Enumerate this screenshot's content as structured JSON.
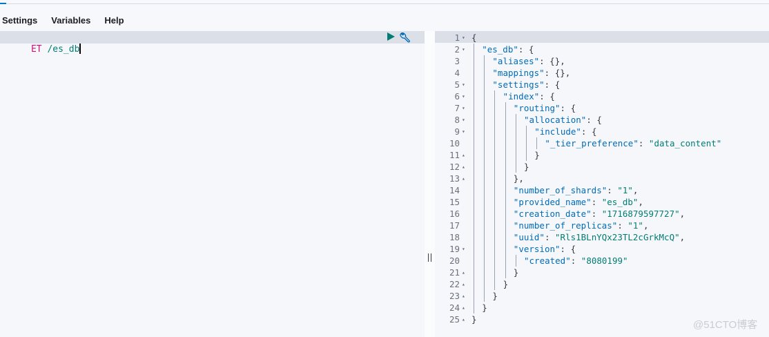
{
  "menu": {
    "items": [
      {
        "label": "Settings"
      },
      {
        "label": "Variables"
      },
      {
        "label": "Help"
      }
    ]
  },
  "request": {
    "method": "ET",
    "path": " /es_db"
  },
  "response": {
    "lines": [
      {
        "n": "1",
        "fold": "▾",
        "indent": 0,
        "parts": [
          [
            "punc",
            "{"
          ]
        ]
      },
      {
        "n": "2",
        "fold": "▾",
        "indent": 1,
        "parts": [
          [
            "key",
            "\"es_db\""
          ],
          [
            "punc",
            ": {"
          ]
        ]
      },
      {
        "n": "3",
        "fold": "",
        "indent": 2,
        "parts": [
          [
            "key",
            "\"aliases\""
          ],
          [
            "punc",
            ": {},"
          ]
        ]
      },
      {
        "n": "4",
        "fold": "",
        "indent": 2,
        "parts": [
          [
            "key",
            "\"mappings\""
          ],
          [
            "punc",
            ": {},"
          ]
        ]
      },
      {
        "n": "5",
        "fold": "▾",
        "indent": 2,
        "parts": [
          [
            "key",
            "\"settings\""
          ],
          [
            "punc",
            ": {"
          ]
        ]
      },
      {
        "n": "6",
        "fold": "▾",
        "indent": 3,
        "parts": [
          [
            "key",
            "\"index\""
          ],
          [
            "punc",
            ": {"
          ]
        ]
      },
      {
        "n": "7",
        "fold": "▾",
        "indent": 4,
        "parts": [
          [
            "key",
            "\"routing\""
          ],
          [
            "punc",
            ": {"
          ]
        ]
      },
      {
        "n": "8",
        "fold": "▾",
        "indent": 5,
        "parts": [
          [
            "key",
            "\"allocation\""
          ],
          [
            "punc",
            ": {"
          ]
        ]
      },
      {
        "n": "9",
        "fold": "▾",
        "indent": 6,
        "parts": [
          [
            "key",
            "\"include\""
          ],
          [
            "punc",
            ": {"
          ]
        ]
      },
      {
        "n": "10",
        "fold": "",
        "indent": 7,
        "parts": [
          [
            "key",
            "\"_tier_preference\""
          ],
          [
            "punc",
            ": "
          ],
          [
            "str",
            "\"data_content\""
          ]
        ]
      },
      {
        "n": "11",
        "fold": "▴",
        "indent": 6,
        "parts": [
          [
            "punc",
            "}"
          ]
        ]
      },
      {
        "n": "12",
        "fold": "▴",
        "indent": 5,
        "parts": [
          [
            "punc",
            "}"
          ]
        ]
      },
      {
        "n": "13",
        "fold": "▴",
        "indent": 4,
        "parts": [
          [
            "punc",
            "},"
          ]
        ]
      },
      {
        "n": "14",
        "fold": "",
        "indent": 4,
        "parts": [
          [
            "key",
            "\"number_of_shards\""
          ],
          [
            "punc",
            ": "
          ],
          [
            "str",
            "\"1\""
          ],
          [
            "punc",
            ","
          ]
        ]
      },
      {
        "n": "15",
        "fold": "",
        "indent": 4,
        "parts": [
          [
            "key",
            "\"provided_name\""
          ],
          [
            "punc",
            ": "
          ],
          [
            "str",
            "\"es_db\""
          ],
          [
            "punc",
            ","
          ]
        ]
      },
      {
        "n": "16",
        "fold": "",
        "indent": 4,
        "parts": [
          [
            "key",
            "\"creation_date\""
          ],
          [
            "punc",
            ": "
          ],
          [
            "str",
            "\"1716879597727\""
          ],
          [
            "punc",
            ","
          ]
        ]
      },
      {
        "n": "17",
        "fold": "",
        "indent": 4,
        "parts": [
          [
            "key",
            "\"number_of_replicas\""
          ],
          [
            "punc",
            ": "
          ],
          [
            "str",
            "\"1\""
          ],
          [
            "punc",
            ","
          ]
        ]
      },
      {
        "n": "18",
        "fold": "",
        "indent": 4,
        "parts": [
          [
            "key",
            "\"uuid\""
          ],
          [
            "punc",
            ": "
          ],
          [
            "str",
            "\"Rls1BLnYQx23TL2cGrkMcQ\""
          ],
          [
            "punc",
            ","
          ]
        ]
      },
      {
        "n": "19",
        "fold": "▾",
        "indent": 4,
        "parts": [
          [
            "key",
            "\"version\""
          ],
          [
            "punc",
            ": {"
          ]
        ]
      },
      {
        "n": "20",
        "fold": "",
        "indent": 5,
        "parts": [
          [
            "key",
            "\"created\""
          ],
          [
            "punc",
            ": "
          ],
          [
            "str",
            "\"8080199\""
          ]
        ]
      },
      {
        "n": "21",
        "fold": "▴",
        "indent": 4,
        "parts": [
          [
            "punc",
            "}"
          ]
        ]
      },
      {
        "n": "22",
        "fold": "▴",
        "indent": 3,
        "parts": [
          [
            "punc",
            "}"
          ]
        ]
      },
      {
        "n": "23",
        "fold": "▴",
        "indent": 2,
        "parts": [
          [
            "punc",
            "}"
          ]
        ]
      },
      {
        "n": "24",
        "fold": "▴",
        "indent": 1,
        "parts": [
          [
            "punc",
            "}"
          ]
        ]
      },
      {
        "n": "25",
        "fold": "▴",
        "indent": 0,
        "parts": [
          [
            "punc",
            "}"
          ]
        ]
      }
    ]
  },
  "watermark": "@51CTO博客",
  "colors": {
    "accent": "#0077cc",
    "method": "#dd0a73",
    "path": "#017d73",
    "key": "#006bb8",
    "string": "#017d73"
  }
}
